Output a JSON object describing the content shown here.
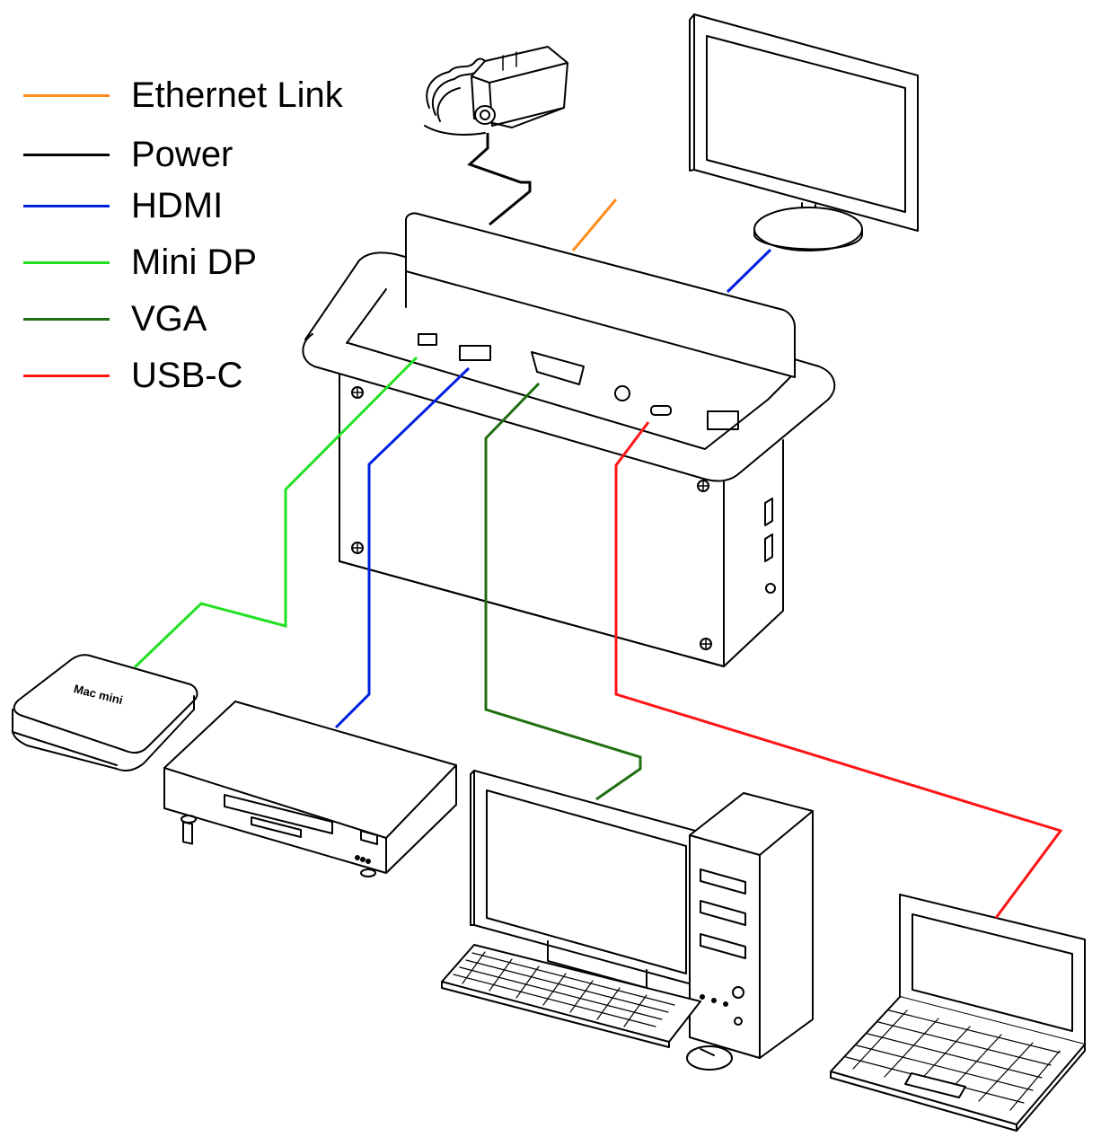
{
  "legend": [
    {
      "label": "Ethernet Link",
      "color": "#ff8c1a"
    },
    {
      "label": "Power",
      "color": "#000000"
    },
    {
      "label": "HDMI",
      "color": "#0020e0"
    },
    {
      "label": "Mini DP",
      "color": "#22e022"
    },
    {
      "label": "VGA",
      "color": "#1f6e0f"
    },
    {
      "label": "USB-C",
      "color": "#ff1414"
    }
  ],
  "devices": {
    "mac_mini_label": "Mac mini"
  },
  "icons": [
    "power-adapter-icon",
    "monitor-icon",
    "table-connection-box-icon",
    "mac-mini-icon",
    "media-player-icon",
    "desktop-computer-icon",
    "laptop-icon"
  ]
}
